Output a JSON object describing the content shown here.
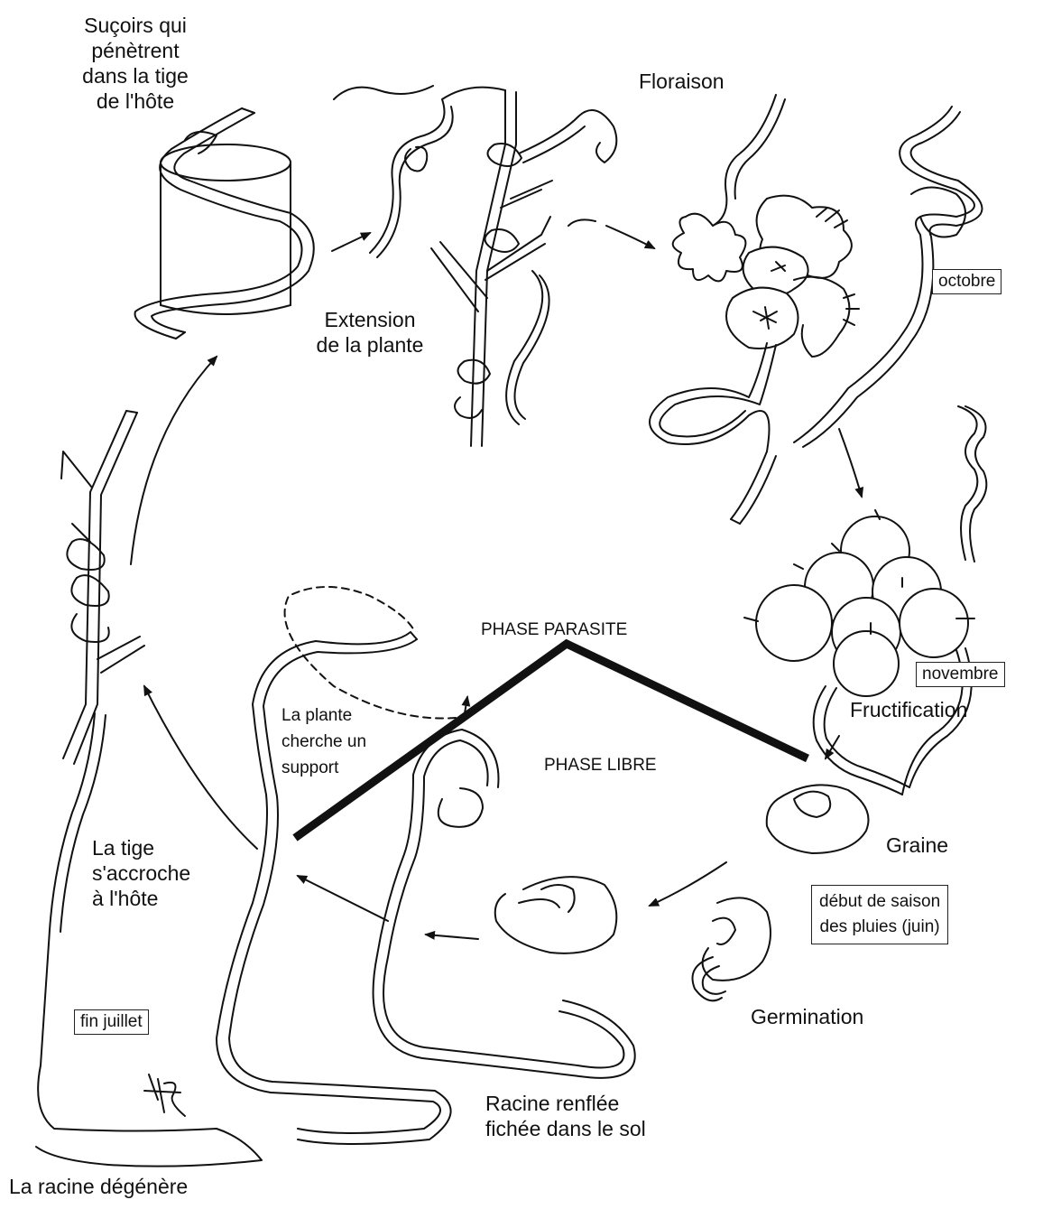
{
  "labels": {
    "sucoirs": [
      "Suçoirs qui",
      "pénètrent",
      "dans la tige",
      "de l'hôte"
    ],
    "extension": [
      "Extension",
      "de la plante"
    ],
    "floraison": "Floraison",
    "octobre": "octobre",
    "novembre": "novembre",
    "fructification": "Fructification",
    "phase_parasite": "PHASE PARASITE",
    "phase_libre": "PHASE LIBRE",
    "cherche_support": [
      "La plante",
      "cherche un",
      "support"
    ],
    "graine": "Graine",
    "debut_saison": [
      "début de saison",
      "des pluies (juin)"
    ],
    "germination": "Germination",
    "tige_accroche": [
      "La tige",
      "s'accroche",
      "à l'hôte"
    ],
    "fin_juillet": "fin juillet",
    "racine_renflee": [
      "Racine renflée",
      "fichée dans le sol"
    ],
    "racine_degenere": "La racine dégénère",
    "signature": "AR"
  },
  "colors": {
    "ink": "#111111",
    "paper": "#ffffff"
  }
}
